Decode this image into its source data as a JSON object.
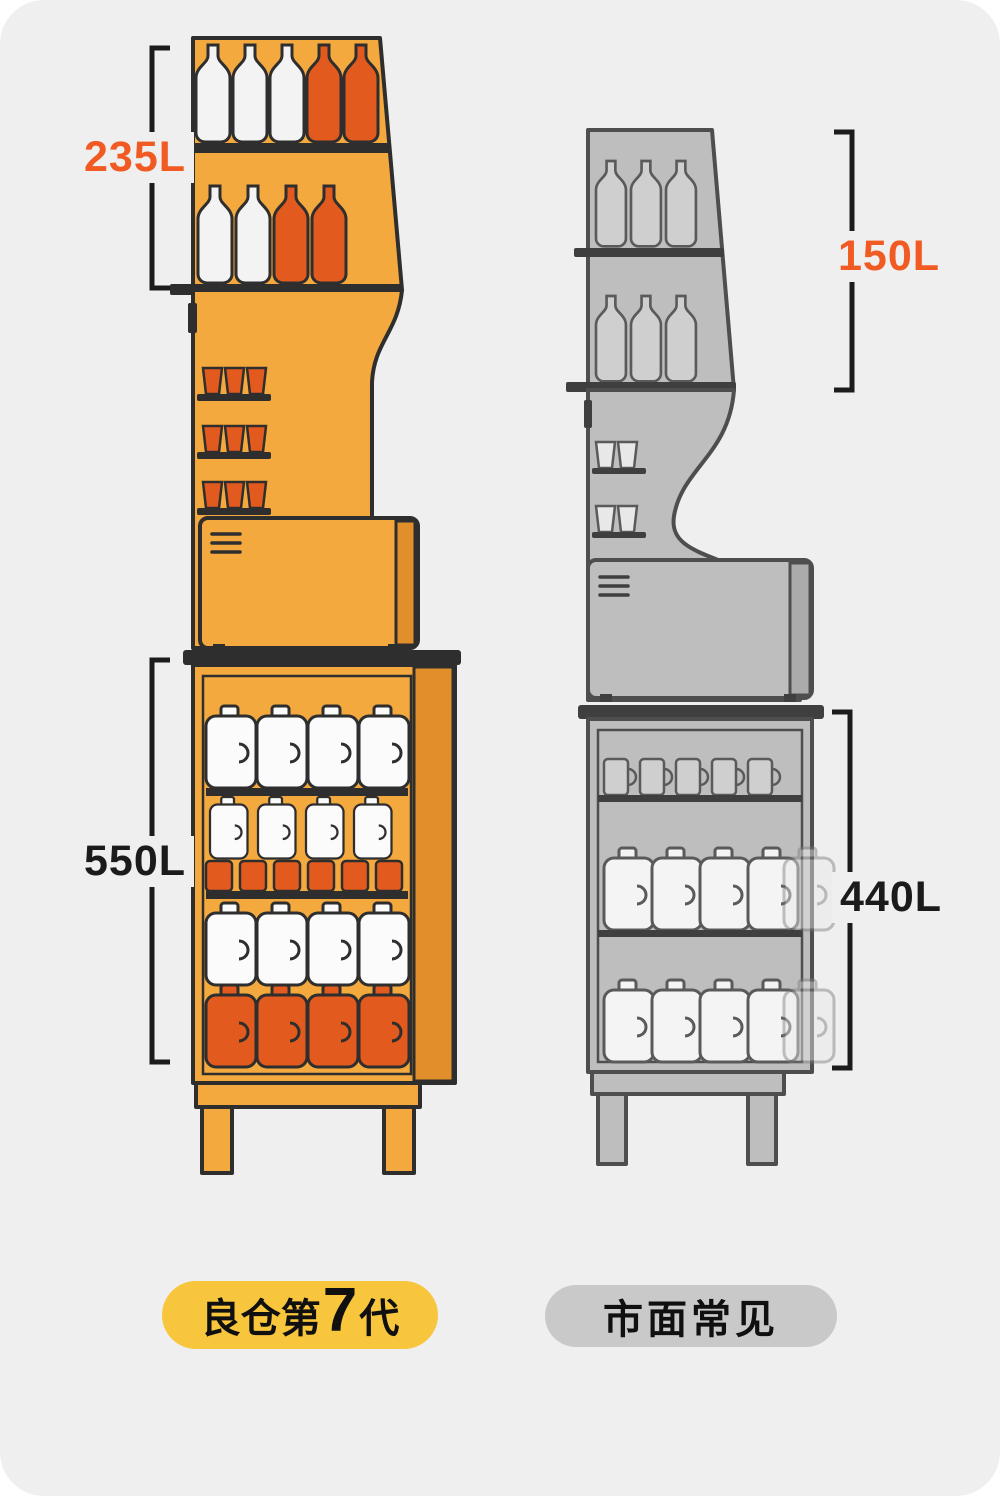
{
  "colors": {
    "panel": "#EFEFEF",
    "accent-orange": "#F15A22",
    "label-dark": "#1B1B1B",
    "outline-dark": "#2E2E2E",
    "outline-gray": "#4E4E4E",
    "unit-orange": "#F4A93E",
    "unit-orange-side": "#E08F2A",
    "bottle-orange": "#E35A1F",
    "bottle-white": "#F3F3F3",
    "unit-gray": "#BEBEBE",
    "unit-gray-side": "#ABABAB",
    "item-gray": "#CFCFCF",
    "badge-yellow": "#F8C63D",
    "badge-gray": "#C9C9C9"
  },
  "left_unit": {
    "top_capacity": "235L",
    "bottom_capacity": "550L",
    "badge_prefix": "良仓第",
    "badge_number": "7",
    "badge_suffix": "代"
  },
  "right_unit": {
    "top_capacity": "150L",
    "bottom_capacity": "440L",
    "badge": "市面常见"
  }
}
